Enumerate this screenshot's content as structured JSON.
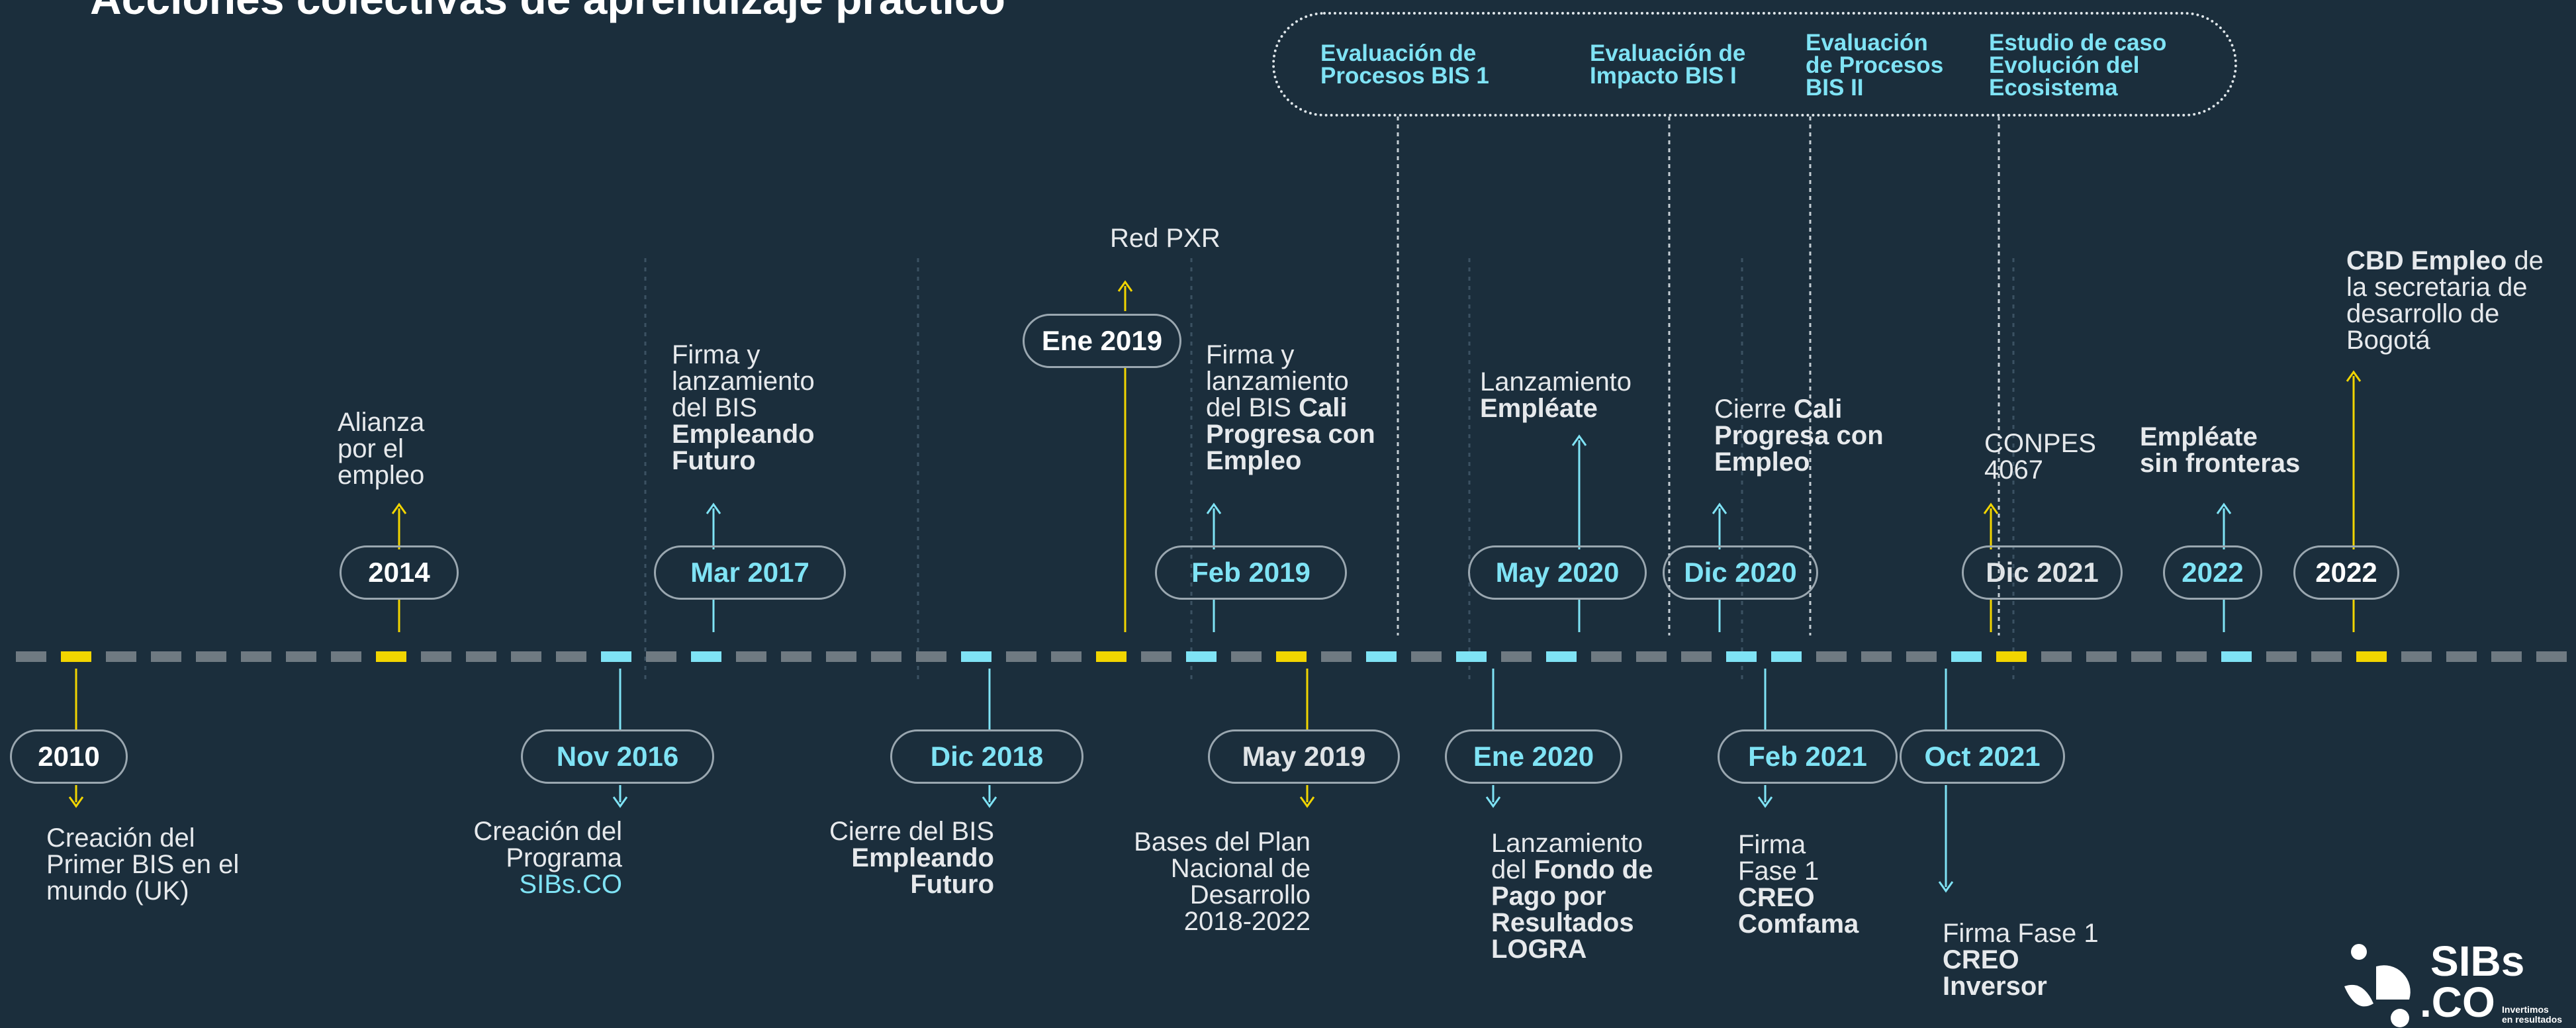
{
  "title": "Acciones colectivas de aprendizaje práctico",
  "evaluations": [
    {
      "text": "Evaluación de\nProcesos BIS 1"
    },
    {
      "text": "Evaluación de\nImpacto BIS I"
    },
    {
      "text": "Evaluación\nde Procesos\nBIS II"
    },
    {
      "text": "Estudio de caso\nEvolución del\nEcosistema"
    }
  ],
  "dates": {
    "d2010": "2010",
    "d2014": "2014",
    "nov2016": "Nov 2016",
    "mar2017": "Mar 2017",
    "dic2018": "Dic 2018",
    "ene2019": "Ene 2019",
    "feb2019": "Feb 2019",
    "may2019": "May 2019",
    "ene2020": "Ene 2020",
    "may2020": "May 2020",
    "dic2020": "Dic 2020",
    "feb2021": "Feb 2021",
    "oct2021": "Oct 2021",
    "dic2021": "Dic 2021",
    "d2022a": "2022",
    "d2022b": "2022"
  },
  "events": {
    "e2010": [
      "Creación del",
      "Primer BIS en el",
      "mundo (UK)"
    ],
    "e2014": [
      "Alianza",
      "por el",
      "empleo"
    ],
    "nov2016": [
      "Creación del",
      "Programa",
      "SIBs.CO"
    ],
    "mar2017_plain": [
      "Firma y",
      "lanzamiento",
      "del BIS"
    ],
    "mar2017_bold": [
      "Empleando",
      "Futuro"
    ],
    "dic2018_plain": "Cierre del BIS",
    "dic2018_bold": [
      "Empleando",
      "Futuro"
    ],
    "ene2019": "Red PXR",
    "feb2019_plain": [
      "Firma y",
      "lanzamiento",
      "del BIS "
    ],
    "feb2019_bold": [
      "Cali",
      "Progresa con",
      "Empleo"
    ],
    "may2019": [
      "Bases del Plan",
      "Nacional de",
      "Desarrollo",
      "2018-2022"
    ],
    "ene2020_plain": [
      "Lanzamiento",
      "del "
    ],
    "ene2020_bold": [
      "Fondo de",
      "Pago por",
      "Resultados",
      "LOGRA"
    ],
    "may2020_plain": "Lanzamiento",
    "may2020_bold": "Empléate",
    "dic2020_plain": "Cierre ",
    "dic2020_bold": [
      "Cali",
      "Progresa con",
      "Empleo"
    ],
    "feb2021_plain": [
      "Firma",
      "Fase 1"
    ],
    "feb2021_bold": [
      "CREO",
      "Comfama"
    ],
    "oct2021_plain": "Firma Fase 1",
    "oct2021_bold": [
      "CREO",
      "Inversor"
    ],
    "dic2021": [
      "CONPES",
      "4067"
    ],
    "e2022a_bold": [
      "Empléate",
      "sin fronteras"
    ],
    "e2022b_bold": "CBD Empleo",
    "e2022b_plain": [
      " de",
      "la secretaria de",
      "desarrollo de",
      "Bogotá"
    ]
  },
  "logo": {
    "line1": "SIBs",
    "line2": ".CO",
    "tagline1": "Invertimos",
    "tagline2": "en resultados"
  },
  "colors": {
    "background": "#1b2e3c",
    "yellow": "#f2d500",
    "cyan": "#7fe3f5",
    "gray_dash": "#6f7a82"
  }
}
